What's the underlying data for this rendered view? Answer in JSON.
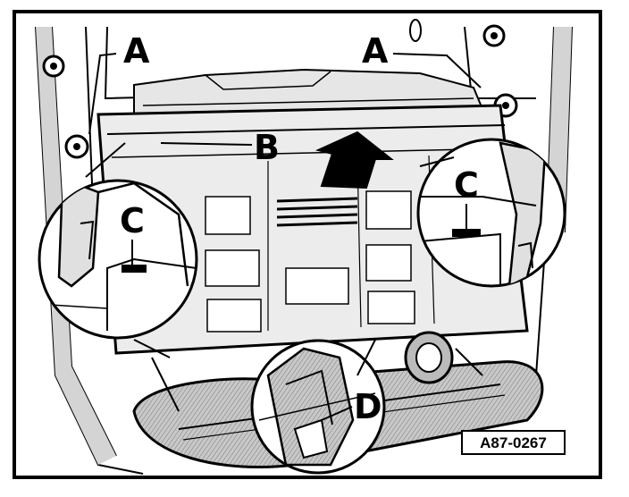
{
  "callouts": {
    "a_left": "A",
    "a_right": "A",
    "b": "B",
    "c_left": "C",
    "c_right": "C",
    "d": "D"
  },
  "reference_code": "A87-0267",
  "colors": {
    "line": "#000000",
    "background": "#ffffff",
    "shade": "#d8d8d8",
    "mid": "#b8b8b8"
  }
}
